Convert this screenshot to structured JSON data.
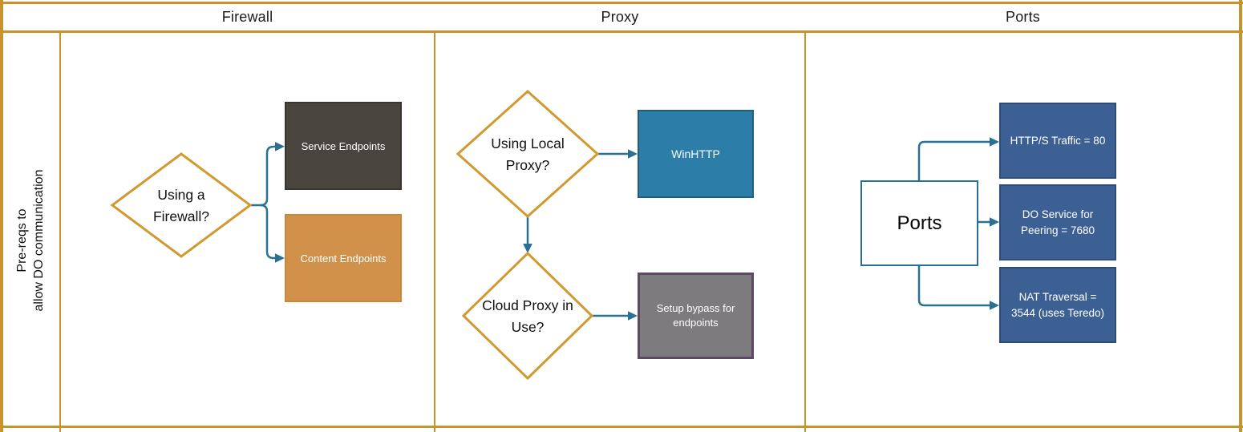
{
  "header": {
    "lanes": [
      {
        "label": "Firewall"
      },
      {
        "label": "Proxy"
      },
      {
        "label": "Ports"
      }
    ]
  },
  "sidebar": {
    "label": "Pre-reqs to\nallow DO communication"
  },
  "firewall": {
    "decision": "Using a Firewall?",
    "service_box": "Service Endpoints",
    "content_box": "Content Endpoints"
  },
  "proxy": {
    "decision_local": "Using Local Proxy?",
    "winhttp_box": "WinHTTP",
    "decision_cloud": "Cloud Proxy in Use?",
    "bypass_box": "Setup bypass for endpoints"
  },
  "ports": {
    "source_box": "Ports",
    "targets": [
      "HTTP/S Traffic = 80",
      "DO Service for Peering = 7680",
      "NAT Traversal = 3544 (uses Teredo)"
    ]
  },
  "colors": {
    "lane_border": "#C8922D",
    "diamond_border": "#D19A30",
    "connector": "#2A7095",
    "service_fill": "#4A443E",
    "content_fill": "#D2914A",
    "winhttp_fill": "#2C7DA7",
    "bypass_fill": "#7E7B7E",
    "bypass_border": "#5C4A63",
    "port_fill": "#3C6094"
  }
}
